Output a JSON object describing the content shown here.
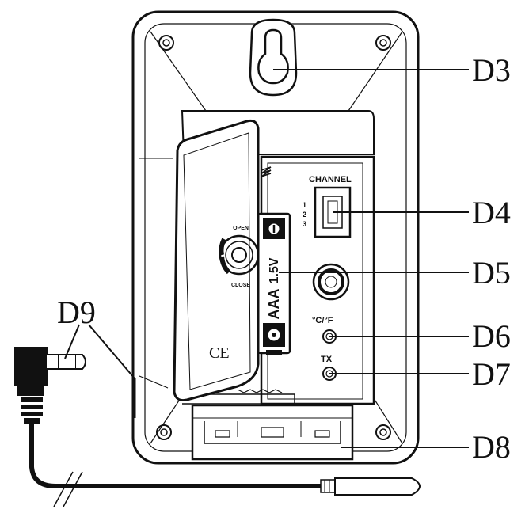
{
  "labels": {
    "d3": "D3",
    "d4": "D4",
    "d5": "D5",
    "d6": "D6",
    "d7": "D7",
    "d8": "D8",
    "d9": "D9"
  },
  "panel": {
    "channel_title": "CHANNEL",
    "channel_1": "1",
    "channel_2": "2",
    "channel_3": "3",
    "temp_unit": "°C/°F",
    "tx": "TX"
  },
  "battery": {
    "type": "AAA",
    "voltage": "1.5V"
  },
  "cover": {
    "open": "OPEN",
    "close": "CLOSE",
    "ce_mark": "CE"
  }
}
